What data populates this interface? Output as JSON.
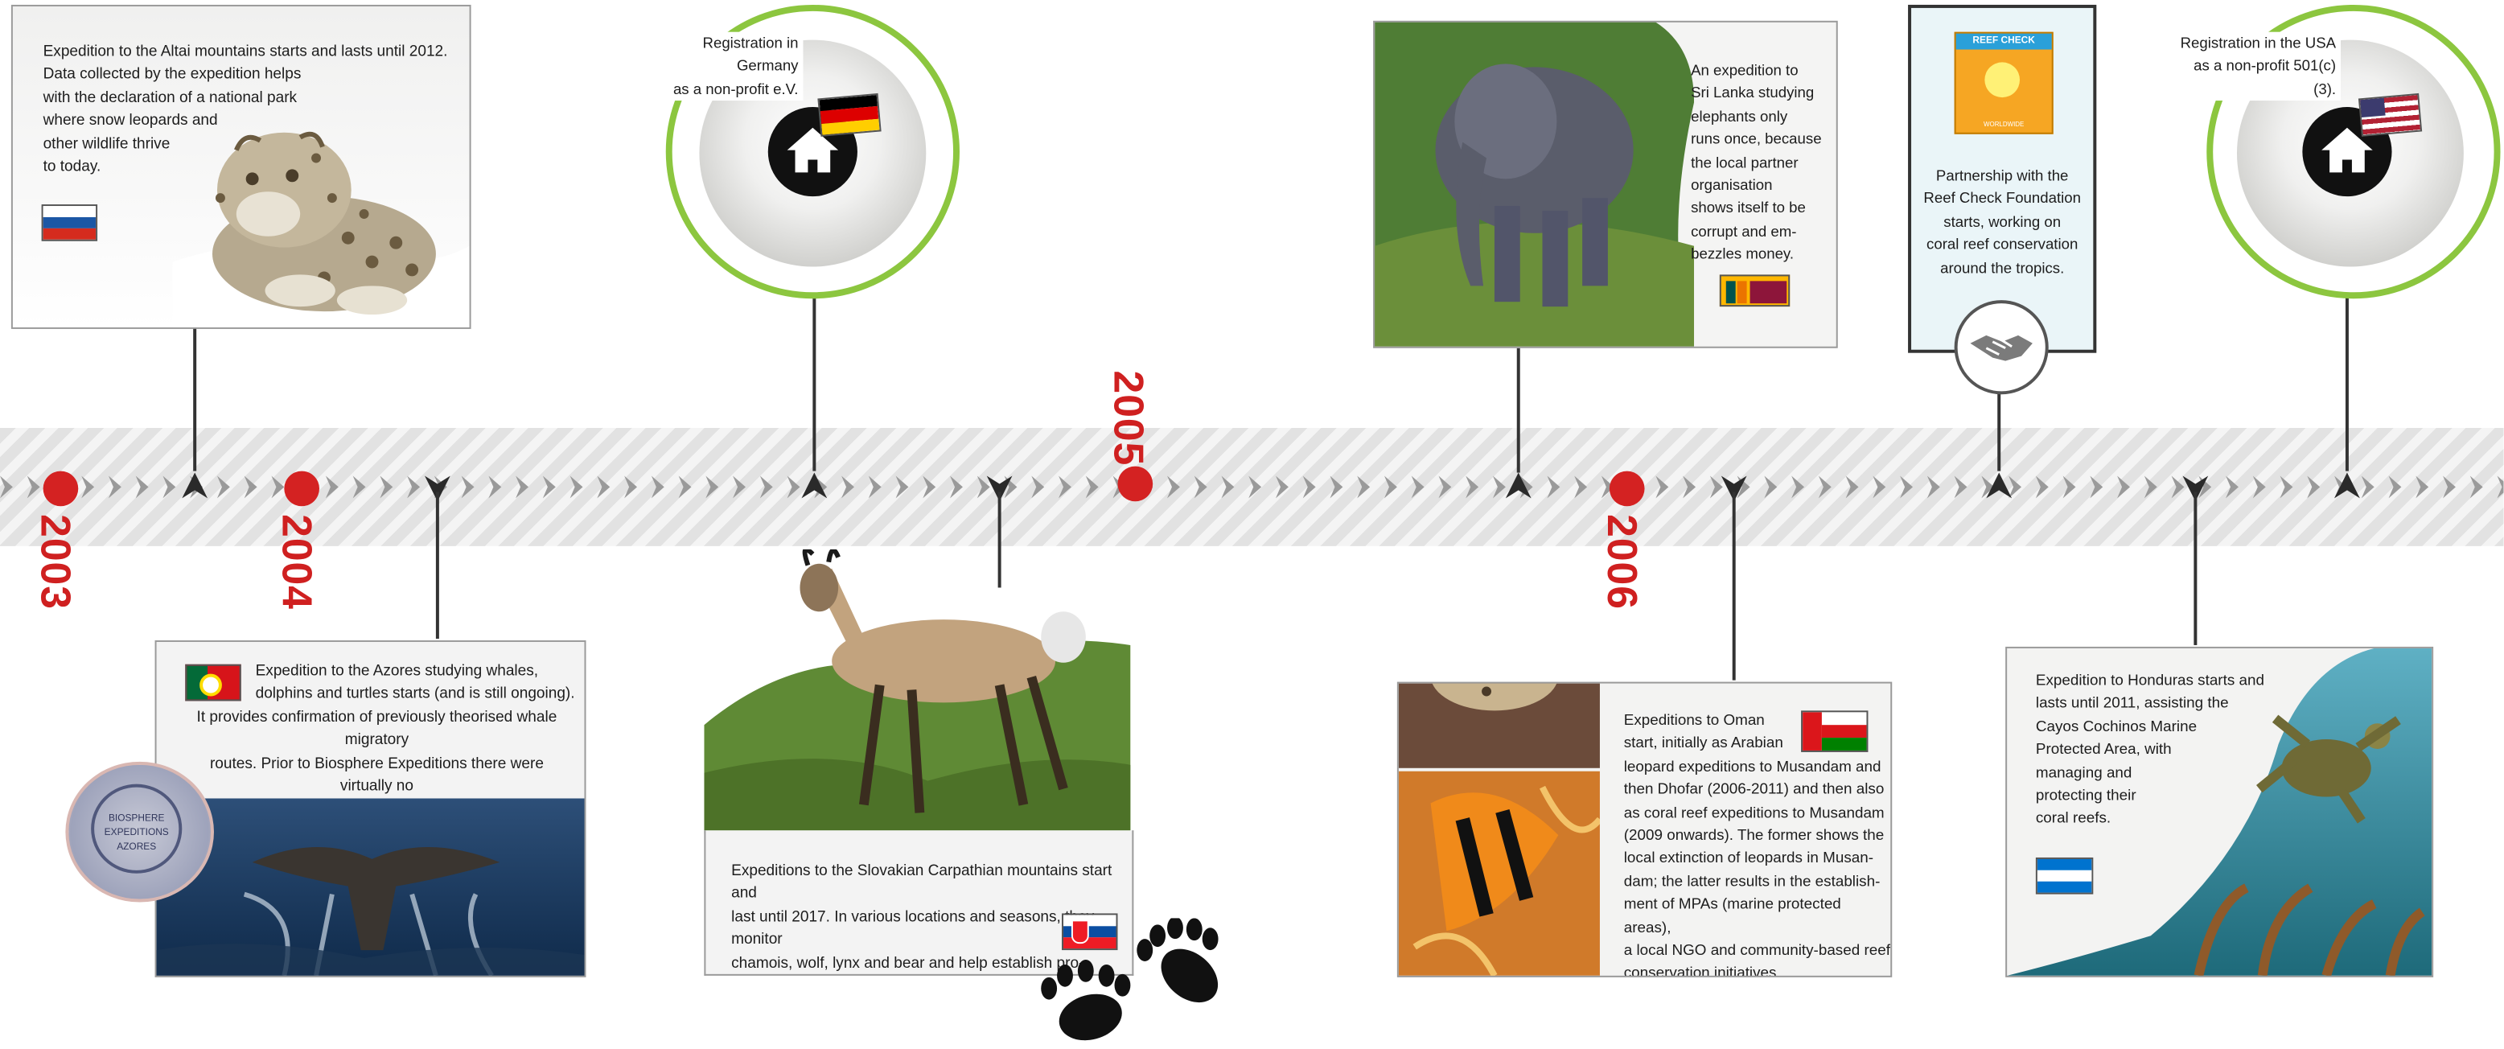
{
  "timeline": {
    "years": [
      "2003",
      "2004",
      "2005",
      "2006"
    ]
  },
  "events": {
    "altai": "Expedition to the Altai mountains starts and lasts until 2012.\nData collected by the  expedition helps\nwith the declaration of a national park\nwhere snow leopards and\nother wildlife thrive\nto today.",
    "azores_1": "Expedition to the Azores studying whales,\ndolphins and turtles starts (and is still ongoing).",
    "azores_2": "It provides confirmation of previously theorised whale migratory\nroutes. Prior to Biosphere Expeditions there were virtually no\ndata on any type of cetacean in the Azores during spring.",
    "germany": "Registration in Germany\nas a non-profit e.V.",
    "slovakia": "Expeditions to the Slovakian Carpathian mountains start and\nlast until 2017. In various locations and seasons, they monitor\nchamois, wolf, lynx and bear and help establish pro-\ntection regimes and resolve human-wildlife conflicts.",
    "srilanka": "An expedition to\nSri Lanka studying\nelephants only\nruns once, because\nthe local partner\norganisation\nshows itself to be\ncorrupt and em-\nbezzles money.",
    "oman": "Expeditions to Oman\nstart, initially as Arabian\nleopard expeditions to Musandam and\nthen Dhofar (2006-2011) and then also\nas coral reef expeditions to Musandam\n(2009 onwards). The former shows the\nlocal extinction of leopards in Musan-\ndam; the latter results in the establish-\nment of MPAs (marine protected areas),\na local NGO and community-based reef\nconservation initiatives.",
    "reefcheck": "Partnership with the\nReef Check Foundation\nstarts, working on\ncoral reef conservation\naround the tropics.",
    "usa": "Registration in the USA\nas a non-profit 501(c)(3).",
    "honduras": "Expedition to Honduras starts and\nlasts until 2011, assisting the\nCayos Cochinos Marine\nProtected Area, with\nmanaging and\nprotecting their\ncoral reefs."
  },
  "logos": {
    "reefcheck_title": "REEF CHECK",
    "reefcheck_sub": "WORLDWIDE",
    "stamp_text": "BIOSPHERE EXPEDITIONS AZORES"
  },
  "colors": {
    "year_red": "#cf2020",
    "ring_green": "#8cc63f"
  }
}
